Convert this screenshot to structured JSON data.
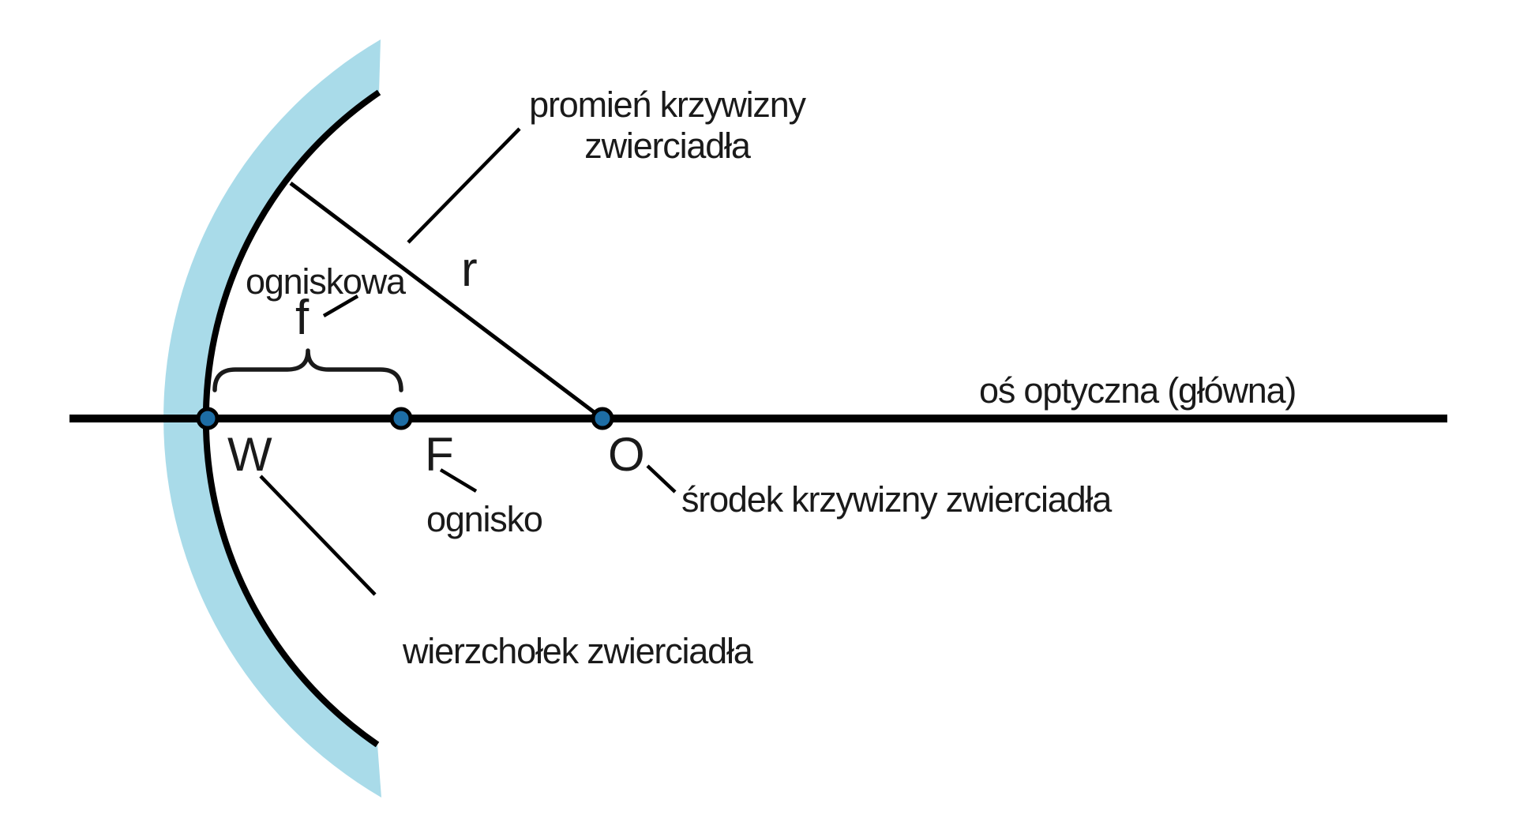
{
  "labels": {
    "radius_caption_line1": "promień krzywizny",
    "radius_caption_line2": "zwierciadła",
    "radius_symbol": "r",
    "focal_caption": "ogniskowa",
    "focal_symbol": "f",
    "axis_caption": "oś optyczna (główna)",
    "focus_caption": "ognisko",
    "center_caption": "środek krzywizny zwierciadła",
    "vertex_caption": "wierzchołek zwierciadła",
    "point_vertex": "W",
    "point_focus": "F",
    "point_center": "O"
  },
  "colors": {
    "mirror_band": "#a9dbe9",
    "point_fill": "#1d6da5",
    "line": "#000000",
    "text": "#1a1a1a"
  }
}
